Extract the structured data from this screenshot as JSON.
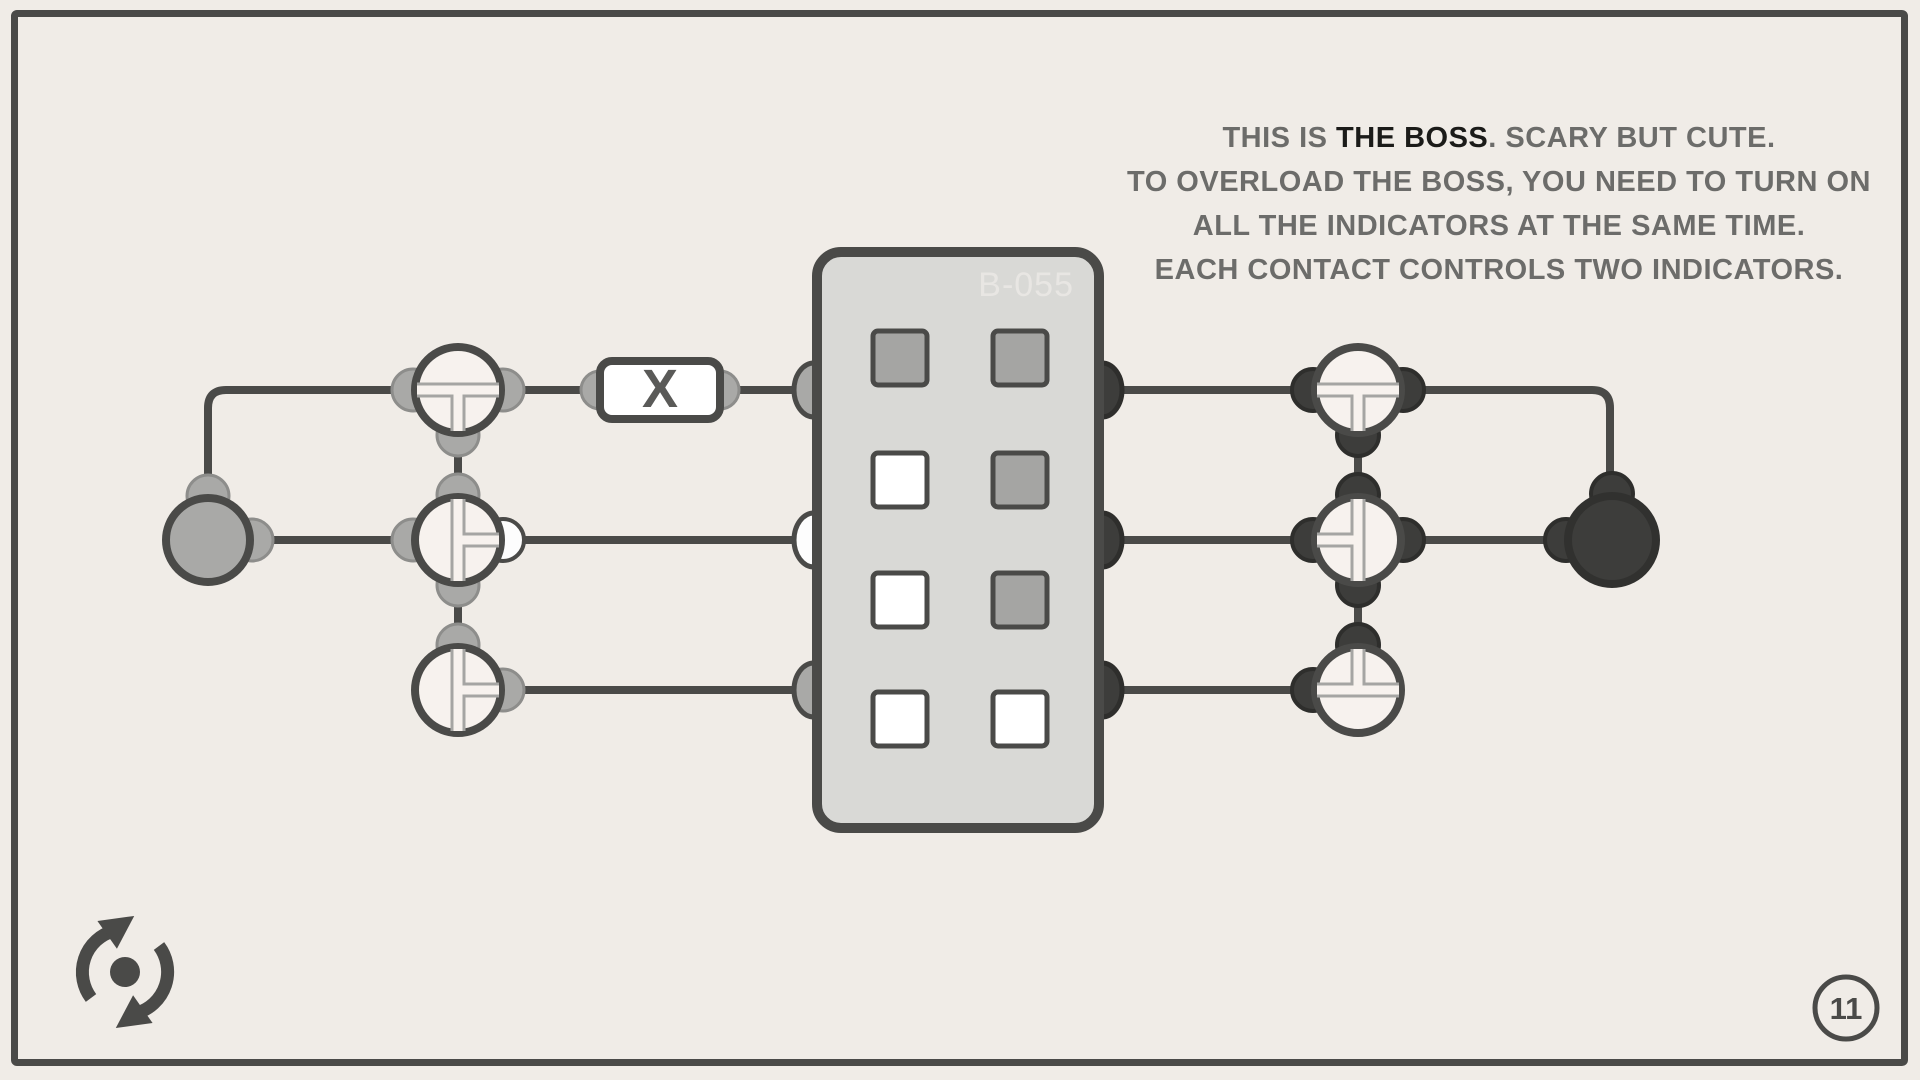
{
  "level": "11",
  "instructions": {
    "line1_prefix": "THIS IS ",
    "line1_bold": "THE BOSS",
    "line1_suffix": ". SCARY BUT CUTE.",
    "line2": "TO OVERLOAD THE BOSS, YOU NEED TO TURN ON",
    "line3": "ALL THE INDICATORS AT THE SAME TIME.",
    "line4": "EACH CONTACT CONTROLS TWO INDICATORS."
  },
  "inverter": {
    "label": "X"
  },
  "boss": {
    "label": "B-055",
    "indicators": [
      {
        "row": 1,
        "col": 1,
        "on": false,
        "color": "#a5a5a3"
      },
      {
        "row": 1,
        "col": 2,
        "on": false,
        "color": "#a5a5a3"
      },
      {
        "row": 2,
        "col": 1,
        "on": true,
        "color": "#ffffff"
      },
      {
        "row": 2,
        "col": 2,
        "on": false,
        "color": "#a5a5a3"
      },
      {
        "row": 3,
        "col": 1,
        "on": true,
        "color": "#ffffff"
      },
      {
        "row": 3,
        "col": 2,
        "on": false,
        "color": "#a5a5a3"
      },
      {
        "row": 4,
        "col": 1,
        "on": true,
        "color": "#ffffff"
      },
      {
        "row": 4,
        "col": 2,
        "on": true,
        "color": "#ffffff"
      }
    ],
    "contacts_left": [
      "gray",
      "white",
      "gray"
    ],
    "contacts_right": [
      "dark",
      "dark",
      "dark"
    ]
  },
  "circuit": {
    "connectors": [
      {
        "id": "top-left",
        "type": "tee-down",
        "contacts": {
          "west": "gray",
          "east": "gray",
          "south": "gray"
        }
      },
      {
        "id": "middle-left",
        "type": "tee-right",
        "contacts": {
          "north": "gray",
          "west": "gray",
          "south": "gray",
          "east": "white"
        }
      },
      {
        "id": "bottom-left",
        "type": "tee-right",
        "contacts": {
          "north": "gray",
          "east": "gray"
        }
      },
      {
        "id": "top-right",
        "type": "tee-down",
        "contacts": {
          "west": "dark",
          "east": "dark",
          "south": "dark"
        }
      },
      {
        "id": "middle-right",
        "type": "tee-left",
        "contacts": {
          "north": "dark",
          "west": "dark",
          "south": "dark",
          "east": "dark"
        }
      },
      {
        "id": "bottom-right",
        "type": "tee-up",
        "contacts": {
          "north": "dark",
          "west": "dark"
        }
      }
    ],
    "source": {
      "shade": "gray",
      "contacts": {
        "north": "gray",
        "east": "gray"
      }
    },
    "sink": {
      "shade": "dark",
      "contacts": {
        "north": "dark",
        "west": "dark"
      }
    }
  },
  "colors": {
    "bg": "#f0ece7",
    "ink": "#4a4a48",
    "gray": "#a9a9a7",
    "graystroke": "#8d8d8b",
    "white": "#fdfdfd",
    "dark": "#3d3d3b",
    "darkstroke": "#2e2e2c",
    "sinkstroke": "#31312f",
    "nodefill": "#f7f2ee",
    "glyph": "#a5a5a3",
    "boxfill": "#d9d9d6",
    "boxlabel": "#e8e6e3",
    "switchfill": "#ffffff",
    "xink": "#5a5a58",
    "textgray": "#6c6c6a",
    "textdark": "#1b1b19"
  }
}
